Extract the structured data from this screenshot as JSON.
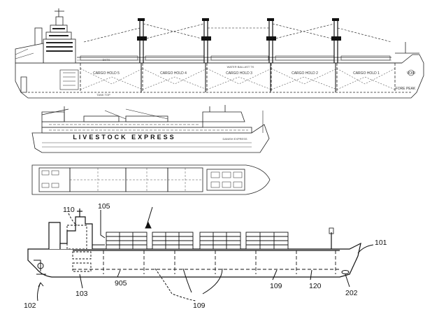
{
  "top_profile": {
    "holds": [
      "CARGO HOLD 5",
      "CARGO HOLD 4",
      "CARGO HOLD 3",
      "CARGO HOLD 2",
      "CARGO HOLD 1"
    ],
    "water_ballast_label": "WATER BALLAST TK",
    "void_label": "VOID",
    "fore_peak_label": "FORE PEAK",
    "deck_tank_label": "DKTK",
    "tank_top_label": "TANK TOP"
  },
  "livestock_ship": {
    "name": "LIVESTOCK  EXPRESS",
    "bow_name": "DANISH EXPRESS"
  },
  "patent_drawing": {
    "reference_numerals": {
      "r110": "110",
      "r105": "105",
      "r101": "101",
      "r102": "102",
      "r103": "103",
      "r905": "905",
      "r109_a": "109",
      "r109_b": "109",
      "r120": "120",
      "r202": "202"
    }
  }
}
